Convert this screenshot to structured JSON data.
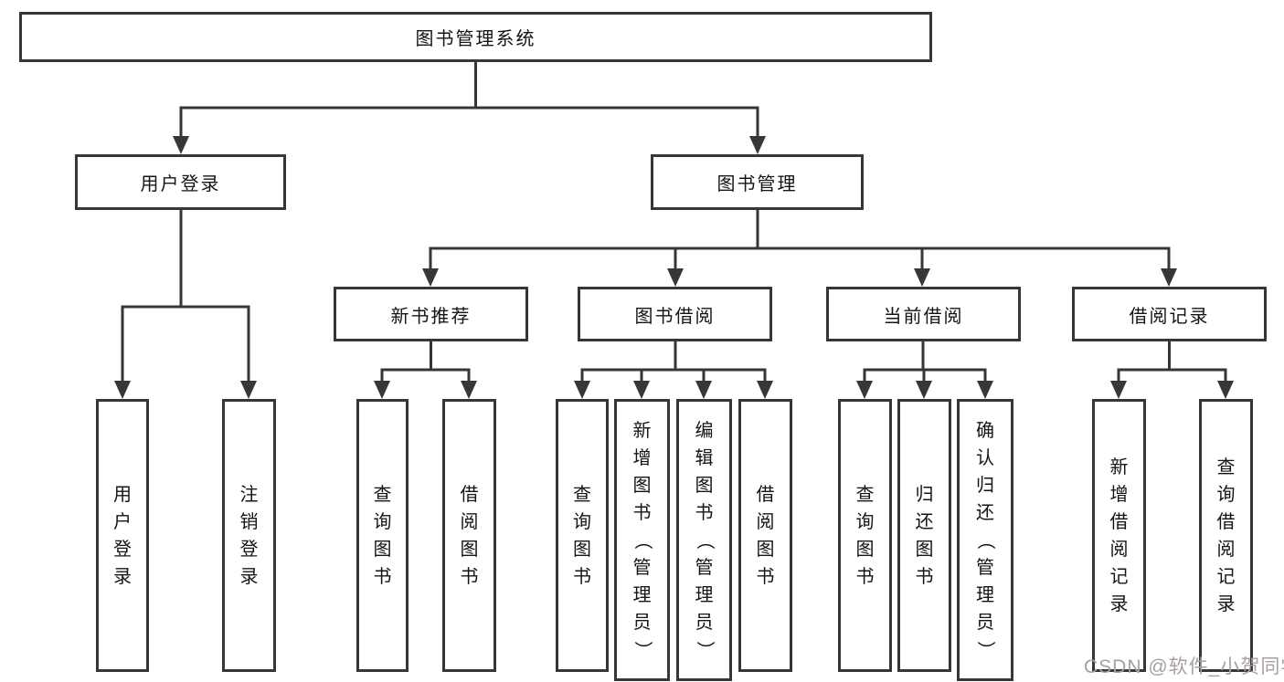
{
  "nodes": {
    "root": {
      "label": "图书管理系统"
    },
    "user_login": {
      "label": "用户登录"
    },
    "book_mgmt": {
      "label": "图书管理"
    },
    "new_book_rec": {
      "label": "新书推荐"
    },
    "book_borrow": {
      "label": "图书借阅"
    },
    "current_borrow": {
      "label": "当前借阅"
    },
    "borrow_record": {
      "label": "借阅记录"
    },
    "user_login_leaf": {
      "label": "用户登录"
    },
    "logout_leaf": {
      "label": "注销登录"
    },
    "nbr_query_book": {
      "label": "查询图书"
    },
    "nbr_borrow_book": {
      "label": "借阅图书"
    },
    "bb_query_book": {
      "label": "查询图书"
    },
    "bb_add_book": {
      "label": "新增图书（管理员）"
    },
    "bb_edit_book": {
      "label": "编辑图书（管理员）"
    },
    "bb_borrow_book": {
      "label": "借阅图书"
    },
    "cb_query_book": {
      "label": "查询图书"
    },
    "cb_return_book": {
      "label": "归还图书"
    },
    "cb_confirm_return": {
      "label": "确认归还（管理员）"
    },
    "br_add_record": {
      "label": "新增借阅记录"
    },
    "br_query_record": {
      "label": "查询借阅记录"
    }
  },
  "watermark": {
    "text": "CSDN @软件_小贺同学"
  },
  "colors": {
    "line": "#373737",
    "text": "#141414",
    "box_bg": "#ffffff",
    "watermark": "#a8a0a0"
  }
}
